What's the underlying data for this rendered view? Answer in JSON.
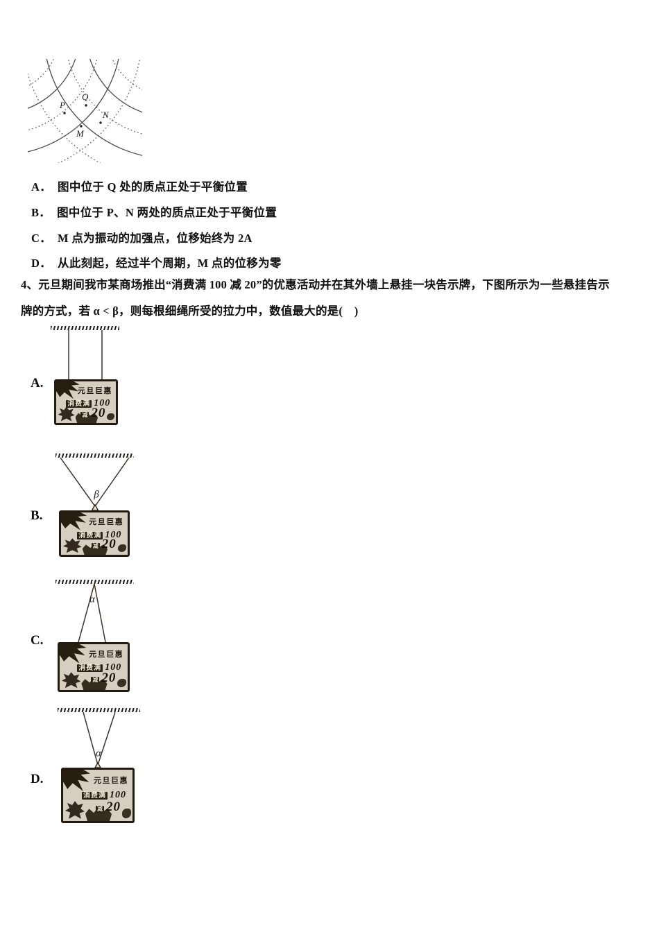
{
  "colors": {
    "text": "#141414",
    "rope": "#3c3228",
    "sign_border": "#241a10",
    "sign_background": "#d6cec0",
    "arc_solid": "#4c4c4c",
    "arc_dotted": "#5a5a5a"
  },
  "wave_figure": {
    "point_q": "Q",
    "point_p": "P",
    "point_n": "N",
    "point_m": "M"
  },
  "options": [
    {
      "label": "A．",
      "text": "图中位于 Q 处的质点正处于平衡位置"
    },
    {
      "label": "B．",
      "text": "图中位于 P、N 两处的质点正处于平衡位置"
    },
    {
      "label": "C．",
      "text": "M 点为振动的加强点，位移始终为 2A"
    },
    {
      "label": "D．",
      "text": "从此刻起，经过半个周期，M 点的位移为零"
    }
  ],
  "question4": {
    "line1": "4、元旦期间我市某商场推出“消费满 100 减 20”的优惠活动并在其外墙上悬挂一块告示牌，下图所示为一些悬挂告示",
    "line2": "牌的方式，若 α < β，则每根细绳所受的拉力中，数值最大的是(　)"
  },
  "hang_figures": [
    {
      "label": "A."
    },
    {
      "label": "B.",
      "angle_label": "β"
    },
    {
      "label": "C.",
      "angle_label": "α"
    },
    {
      "label": "D.",
      "angle_label": "α"
    }
  ],
  "sign": {
    "title": "元旦巨惠",
    "line2_text": "消费满",
    "line2_num": "100",
    "line3_text": "减",
    "line3_num": "20"
  }
}
